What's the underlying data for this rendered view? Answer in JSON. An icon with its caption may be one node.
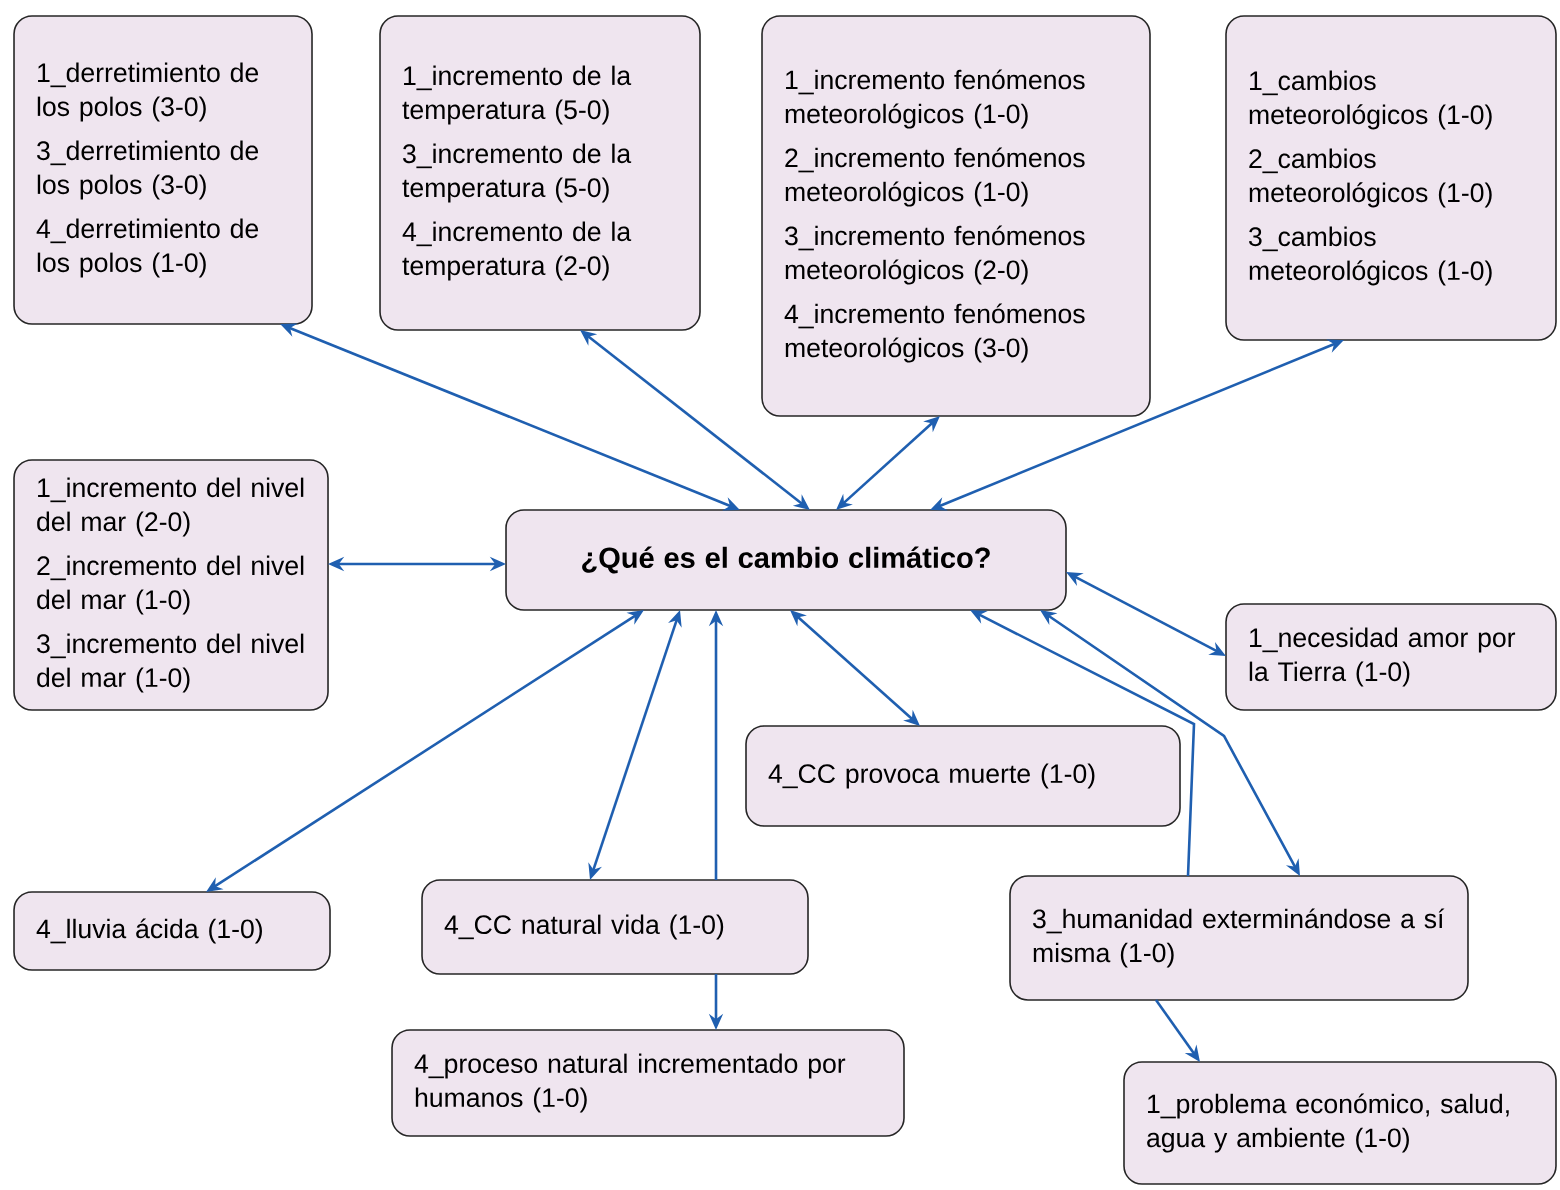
{
  "diagram": {
    "nodes": [
      {
        "text": [
          "1_derretimiento de los polos (3-0)",
          "3_derretimiento de los polos (3-0)",
          "4_derretimiento de los polos (1-0)"
        ]
      },
      {
        "text": [
          "1_incremento de la temperatura (5-0)",
          "3_incremento de la temperatura (5-0)",
          "4_incremento de la temperatura (2-0)"
        ]
      },
      {
        "text": [
          "1_incremento fenómenos meteorológicos (1-0)",
          "2_incremento fenómenos meteorológicos (1-0)",
          "3_incremento fenómenos meteorológicos (2-0)",
          "4_incremento fenómenos meteorológicos (3-0)"
        ]
      },
      {
        "text": [
          "1_cambios meteorológicos (1-0)",
          "2_cambios meteorológicos (1-0)",
          "3_cambios meteorológicos (1-0)"
        ]
      },
      {
        "text": [
          "1_incremento del nivel del mar (2-0)",
          "2_incremento del nivel del mar (1-0)",
          "3_incremento del nivel del mar (1-0)"
        ]
      },
      {
        "text": [
          "¿Qué es el cambio climático?"
        ]
      },
      {
        "text": [
          "1_necesidad amor por la Tierra (1-0)"
        ]
      },
      {
        "text": [
          "4_CC provoca muerte (1-0)"
        ]
      },
      {
        "text": [
          "4_lluvia ácida (1-0)"
        ]
      },
      {
        "text": [
          "4_CC natural vida (1-0)"
        ]
      },
      {
        "text": [
          "3_humanidad exterminándose a sí misma (1-0)"
        ]
      },
      {
        "text": [
          "4_proceso natural incrementado por humanos (1-0)"
        ]
      },
      {
        "text": [
          "1_problema económico, salud, agua y ambiente (1-0)"
        ]
      }
    ],
    "edges": [
      {
        "from": 5,
        "to": 0,
        "arrow": "both"
      },
      {
        "from": 5,
        "to": 1,
        "arrow": "both"
      },
      {
        "from": 5,
        "to": 2,
        "arrow": "both"
      },
      {
        "from": 5,
        "to": 3,
        "arrow": "both"
      },
      {
        "from": 5,
        "to": 4,
        "arrow": "both"
      },
      {
        "from": 5,
        "to": 6,
        "arrow": "both"
      },
      {
        "from": 5,
        "to": 8,
        "arrow": "both"
      },
      {
        "from": 5,
        "to": 9,
        "arrow": "both"
      },
      {
        "from": 9,
        "to": 5,
        "arrow": "to"
      },
      {
        "from": 5,
        "to": 7,
        "arrow": "both"
      },
      {
        "from": 10,
        "to": 5,
        "arrow": "to"
      },
      {
        "from": 5,
        "to": 10,
        "arrow": "both"
      },
      {
        "from": 9,
        "to": 11,
        "arrow": "to"
      },
      {
        "from": 10,
        "to": 12,
        "arrow": "to"
      }
    ]
  }
}
